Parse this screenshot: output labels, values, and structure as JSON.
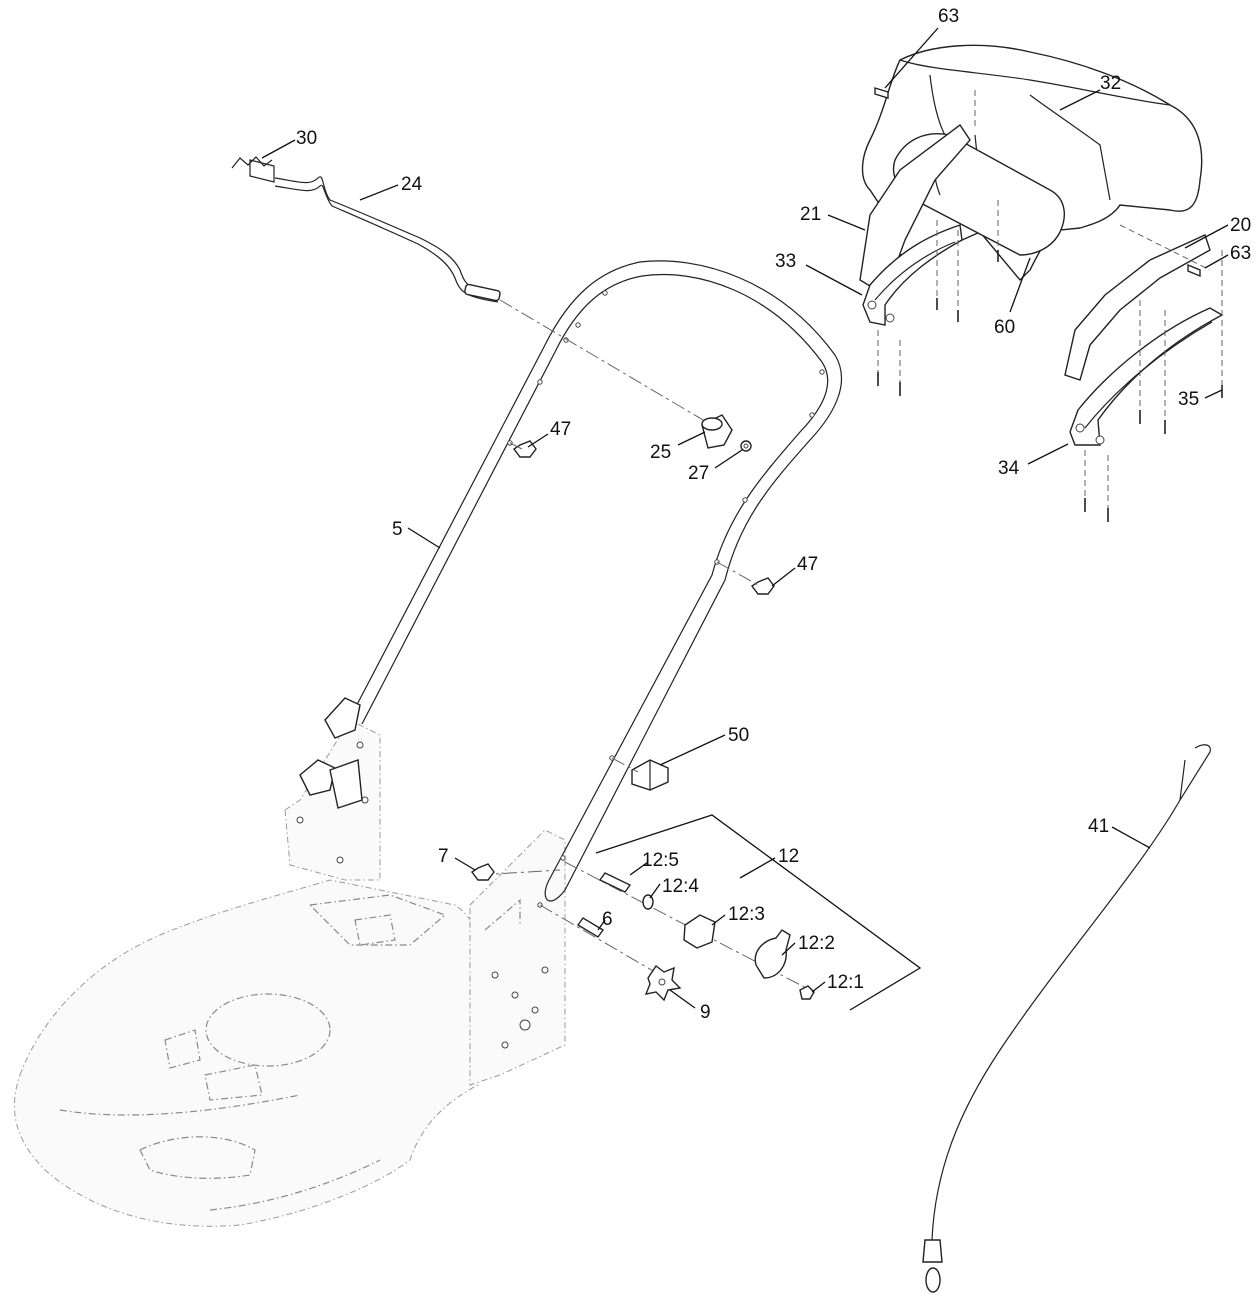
{
  "diagram": {
    "callouts": {
      "c63a": "63",
      "c32": "32",
      "c30": "30",
      "c24": "24",
      "c21": "21",
      "c20": "20",
      "c63b": "63",
      "c33": "33",
      "c60": "60",
      "c35": "35",
      "c47a": "47",
      "c25": "25",
      "c27": "27",
      "c34": "34",
      "c5": "5",
      "c47b": "47",
      "c50": "50",
      "c12": "12",
      "c7": "7",
      "c12_5": "12:5",
      "c12_4": "12:4",
      "c12_3": "12:3",
      "c12_2": "12:2",
      "c12_1": "12:1",
      "c6": "6",
      "c9": "9",
      "c41": "41"
    }
  }
}
